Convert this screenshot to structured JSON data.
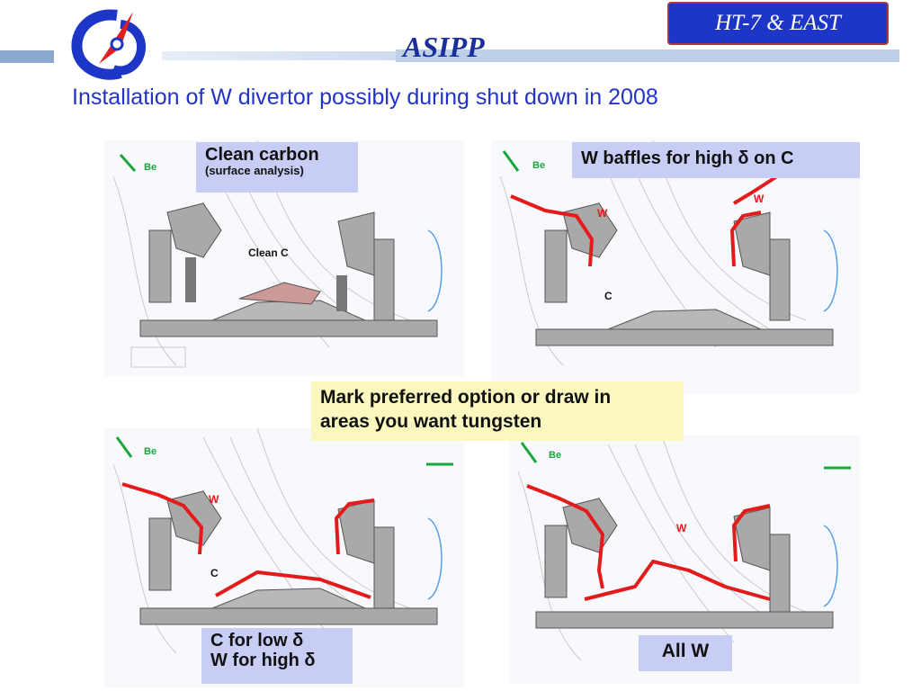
{
  "header": {
    "brand": "ASIPP",
    "badge": "HT-7 & EAST",
    "title": "Installation of W divertor possibly during shut down in 2008"
  },
  "panels": [
    {
      "label_line1": "Clean carbon",
      "label_line2": "(surface analysis)",
      "be_label": "Be",
      "inner_label": "Clean C"
    },
    {
      "label": "W baffles for high δ on C",
      "be_label": "Be",
      "w_label_1": "W",
      "w_label_2": "W",
      "c_label": "C"
    },
    {
      "label_line1": "C for low δ",
      "label_line2": "W for high δ",
      "be_label": "Be",
      "w_label": "W",
      "c_label": "C"
    },
    {
      "label": "All W",
      "be_label": "Be",
      "w_label": "W"
    }
  ],
  "center_note": {
    "line1": "Mark preferred option or draw in",
    "line2": "areas you want tungsten"
  },
  "colors": {
    "tungsten": "#e41b1b",
    "beryllium": "#1aa63a",
    "label_bg": "#c8cdf5",
    "note_bg": "#fbf8bf"
  }
}
